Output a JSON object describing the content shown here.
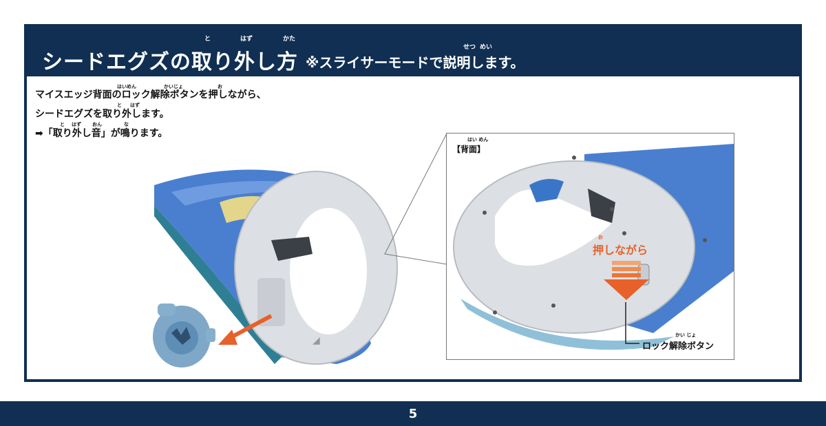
{
  "header": {
    "title": "シードエグズの取り外し方",
    "title_ruby": [
      "と",
      "はず",
      "かた"
    ],
    "subtitle": "※スライサーモードで説明します。",
    "subtitle_ruby": [
      "せつ",
      "めい"
    ]
  },
  "instructions": {
    "line1": "マイスエッジ背面のロック解除ボタンを押しながら、",
    "line1_ruby": [
      "はいめん",
      "かいじょ",
      "お"
    ],
    "line2": "シードエグズを取り外します。",
    "line2_ruby": [
      "と",
      "はず"
    ],
    "line3": "➡「取り外し音」が鳴ります。",
    "line3_ruby": [
      "と",
      "はず",
      "おん",
      "な"
    ]
  },
  "inset": {
    "label": "【背面】",
    "label_ruby": "はい めん",
    "press_label": "押しながら",
    "press_ruby": "お",
    "button_label": "ロック解除ボタン",
    "button_ruby": "かい じょ"
  },
  "footer": {
    "page_number": "5"
  },
  "colors": {
    "navy": "#102f52",
    "accent_orange": "#e8602a",
    "device_blue": "#4a7fcf",
    "device_gray": "#dcdfe3",
    "seed_blue": "#7fa7c8"
  },
  "icons": [
    "arrow-left-down-icon",
    "arrow-down-icon"
  ]
}
